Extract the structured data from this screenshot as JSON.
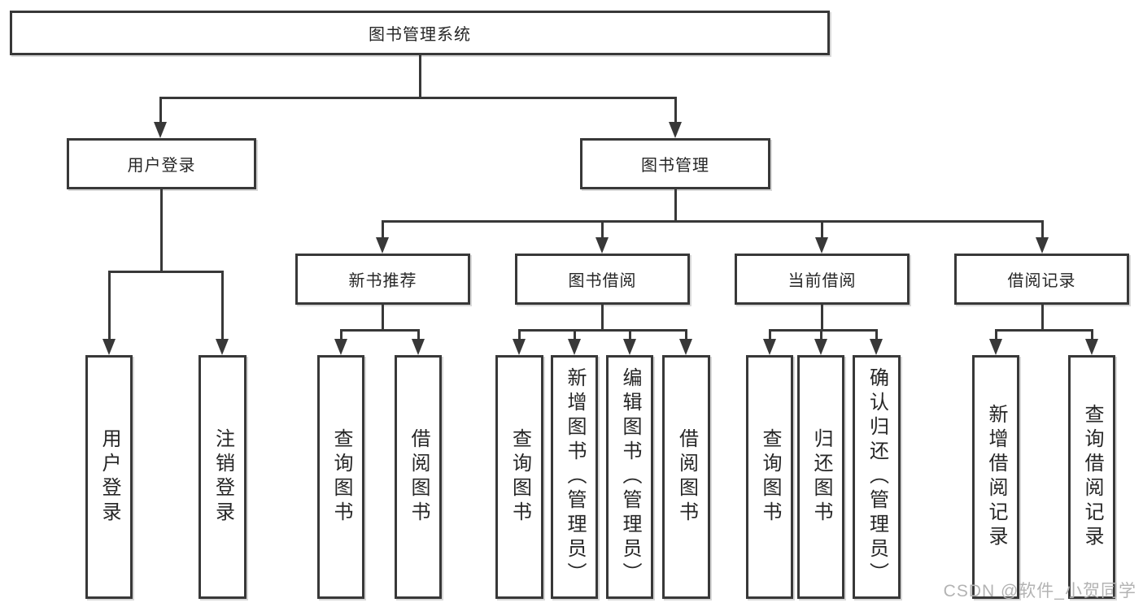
{
  "colors": {
    "line": "#383838",
    "text": "#262626",
    "background": "#ffffff",
    "watermark": "#b3b3b3"
  },
  "diagram": {
    "root": {
      "label": "图书管理系统"
    },
    "branches": [
      {
        "label": "用户登录",
        "leaves": [
          {
            "label": "用户登录"
          },
          {
            "label": "注销登录"
          }
        ]
      },
      {
        "label": "图书管理",
        "sections": [
          {
            "label": "新书推荐",
            "leaves": [
              {
                "label": "查询图书"
              },
              {
                "label": "借阅图书"
              }
            ]
          },
          {
            "label": "图书借阅",
            "leaves": [
              {
                "label": "查询图书"
              },
              {
                "label": "新增图书（管理员）"
              },
              {
                "label": "编辑图书（管理员）"
              },
              {
                "label": "借阅图书"
              }
            ]
          },
          {
            "label": "当前借阅",
            "leaves": [
              {
                "label": "查询图书"
              },
              {
                "label": "归还图书"
              },
              {
                "label": "确认归还（管理员）"
              }
            ]
          },
          {
            "label": "借阅记录",
            "leaves": [
              {
                "label": "新增借阅记录"
              },
              {
                "label": "查询借阅记录"
              }
            ]
          }
        ]
      }
    ]
  },
  "watermark": {
    "text": "CSDN @软件_小贺同学"
  }
}
